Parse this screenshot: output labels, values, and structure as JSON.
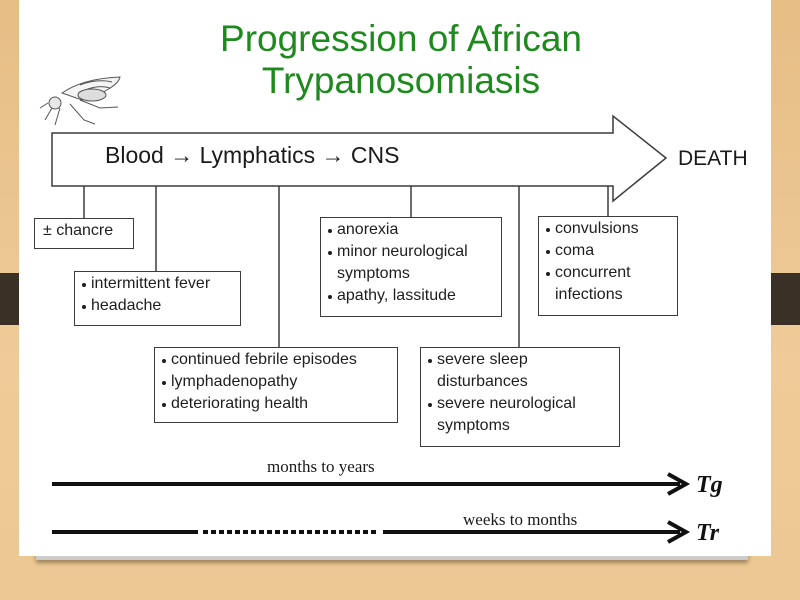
{
  "title": {
    "line1": "Progression of African",
    "line2": "Trypanosomiasis"
  },
  "colors": {
    "title": "#1e8a1e",
    "background": "#e6bd85",
    "band": "#3b3026"
  },
  "fly_icon": "tsetse-fly-icon",
  "main_arrow": {
    "stages": "Blood → Lymphatics → CNS",
    "endpoint": "DEATH"
  },
  "boxes": {
    "chancre": {
      "text": "± chancre"
    },
    "fever": {
      "items": [
        "intermittent fever",
        "headache"
      ]
    },
    "febrile": {
      "items": [
        "continued febrile episodes",
        "lymphadenopathy",
        "deteriorating health"
      ]
    },
    "neuro_minor": {
      "items": [
        "anorexia",
        "minor neurological symptoms",
        "apathy, lassitude"
      ]
    },
    "sleep": {
      "items": [
        "severe sleep disturbances",
        "severe neurological symptoms"
      ]
    },
    "terminal": {
      "items": [
        "convulsions",
        "coma",
        "concurrent infections"
      ]
    }
  },
  "timelines": {
    "tg": {
      "label": "months to years",
      "end": "Tg"
    },
    "tr": {
      "label": "weeks to months",
      "end": "Tr"
    }
  }
}
